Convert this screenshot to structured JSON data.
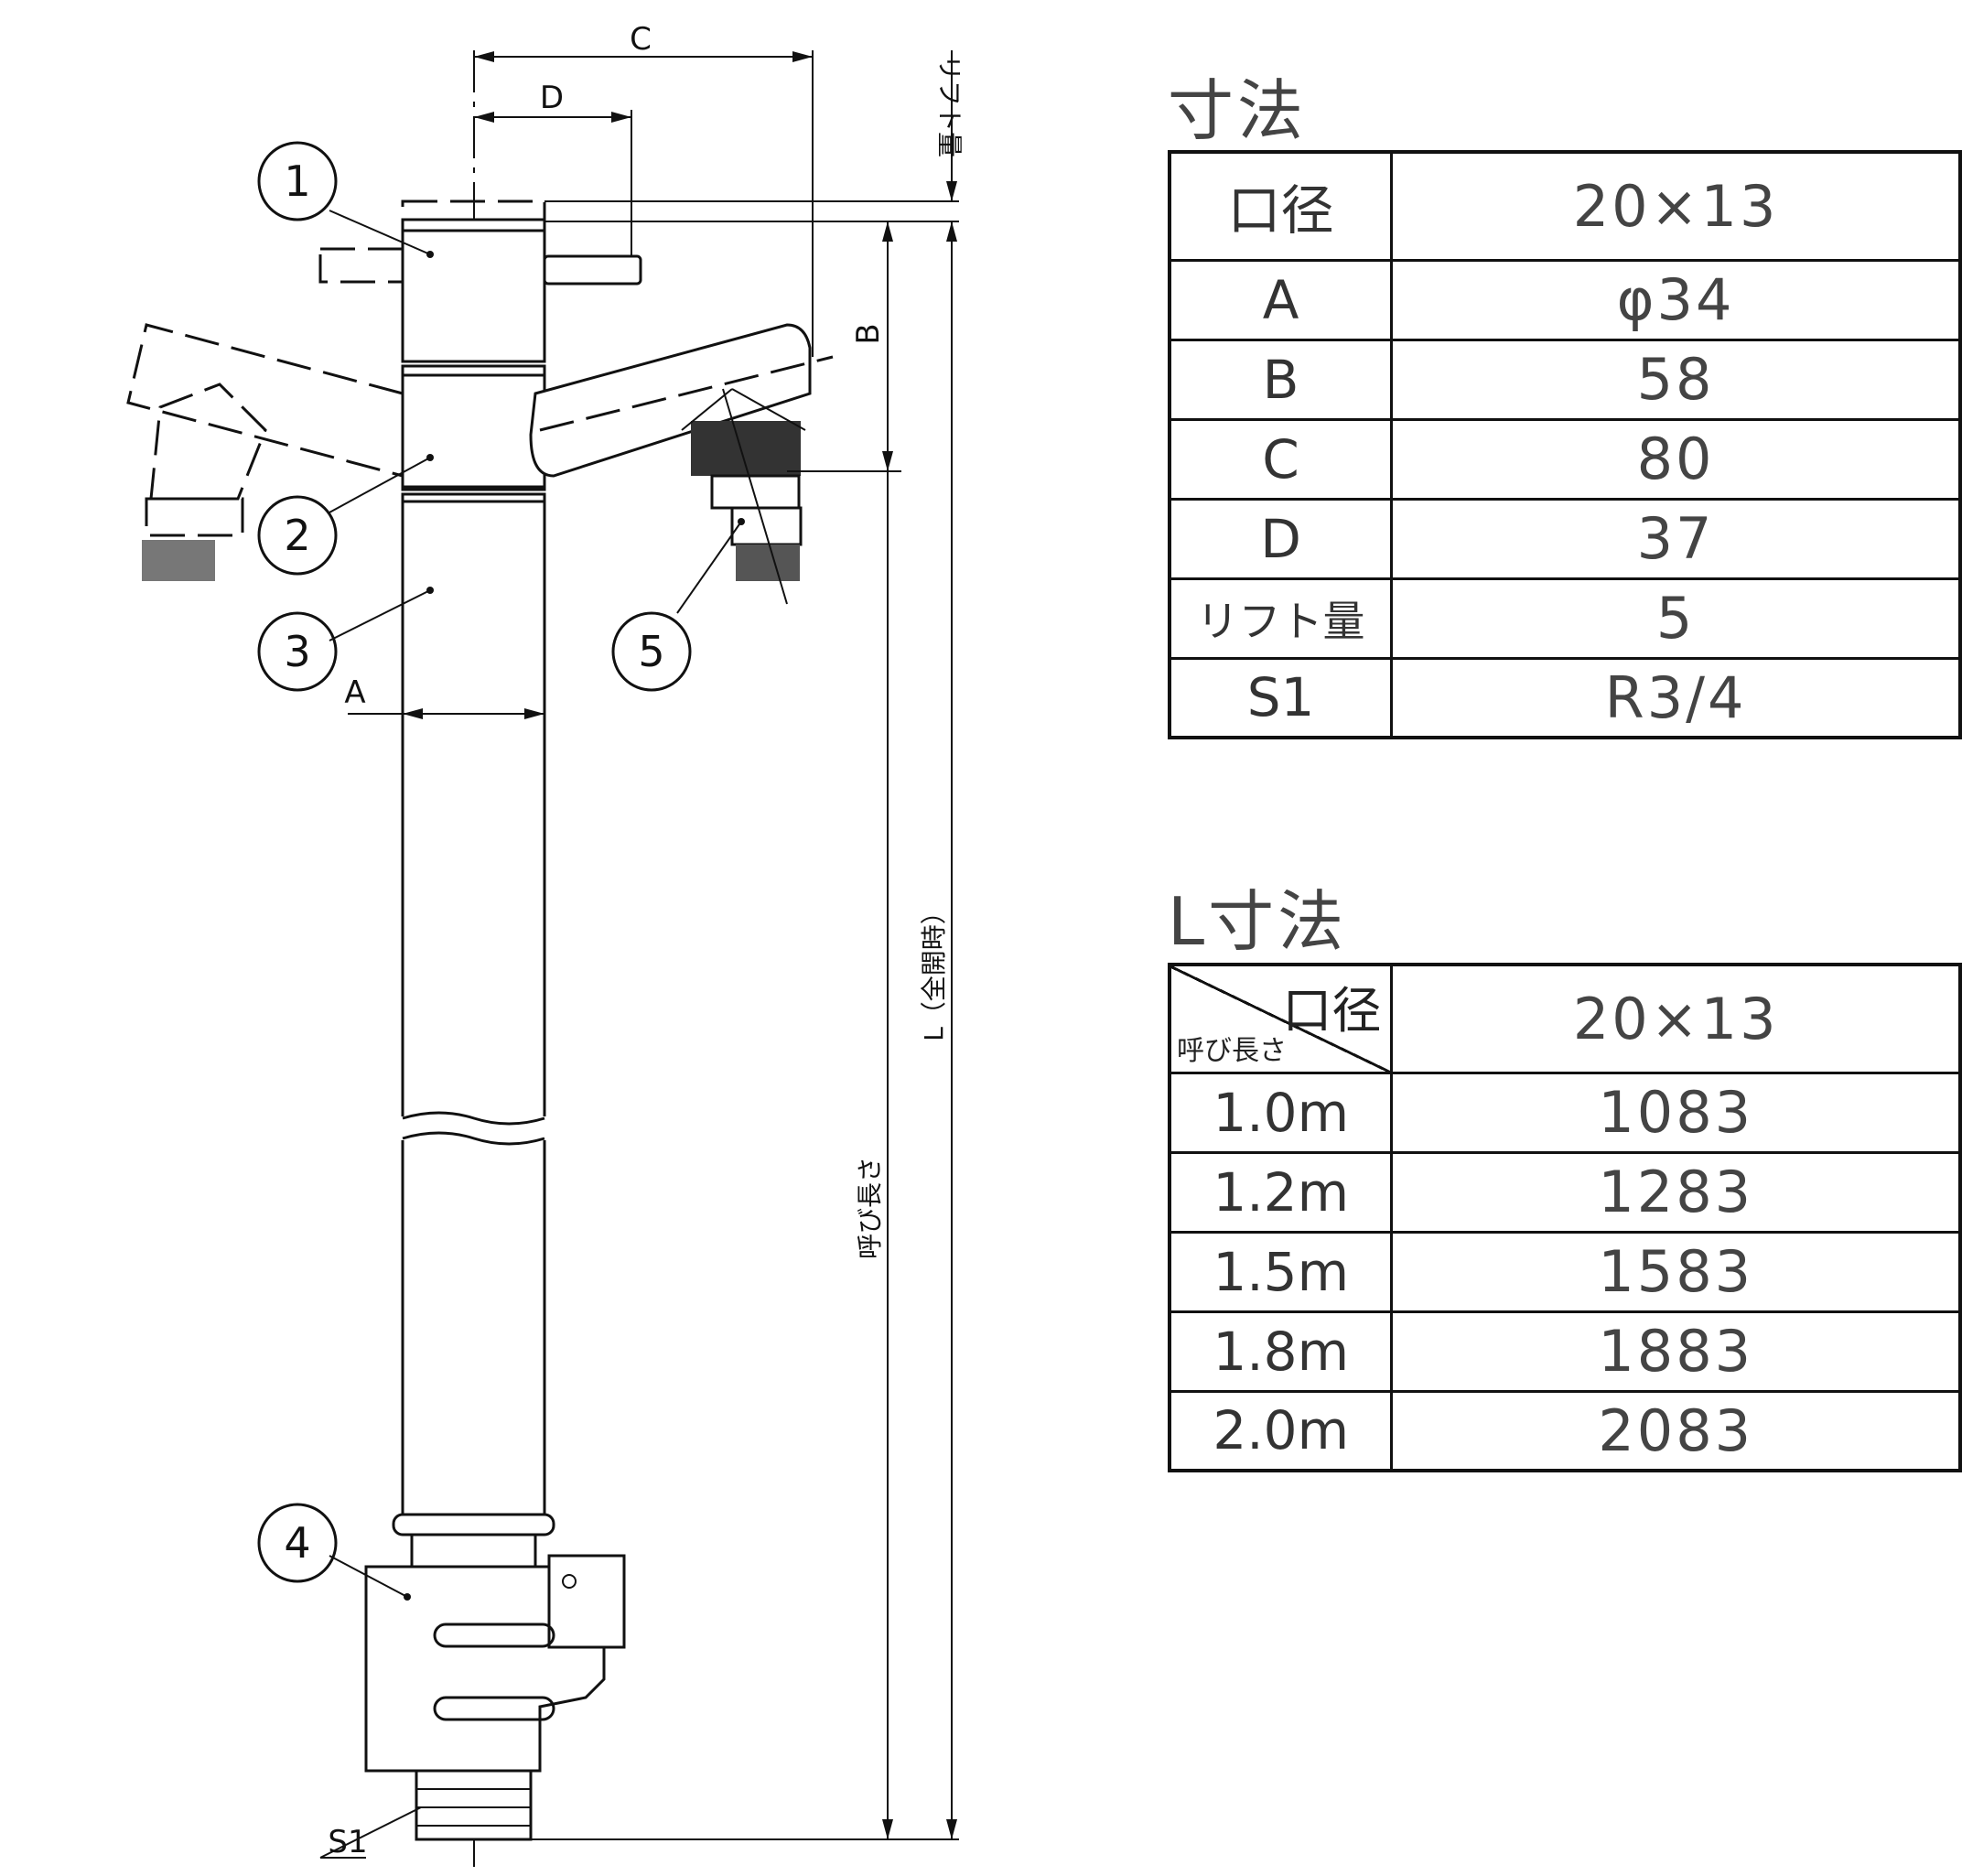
{
  "diagram": {
    "dimension_labels": {
      "a": "A",
      "b": "B",
      "c": "C",
      "d": "D",
      "s1": "S1"
    },
    "lift_label": "リフト量",
    "length_label": "L（全開時）",
    "nominal_length_label": "呼び長さ",
    "callouts": [
      "1",
      "2",
      "3",
      "4",
      "5"
    ]
  },
  "table1": {
    "title": "寸法",
    "header": {
      "key": "口径",
      "value": "20×13"
    },
    "rows": [
      {
        "key": "A",
        "value": "φ34"
      },
      {
        "key": "B",
        "value": "58"
      },
      {
        "key": "C",
        "value": "80"
      },
      {
        "key": "D",
        "value": "37"
      },
      {
        "key": "リフト量",
        "value": "5"
      },
      {
        "key": "S1",
        "value": "R3/4"
      }
    ]
  },
  "table2": {
    "title": "L寸法",
    "header": {
      "corner_top": "口径",
      "corner_bottom": "呼び長さ",
      "value": "20×13"
    },
    "rows": [
      {
        "key": "1.0m",
        "value": "1083"
      },
      {
        "key": "1.2m",
        "value": "1283"
      },
      {
        "key": "1.5m",
        "value": "1583"
      },
      {
        "key": "1.8m",
        "value": "1883"
      },
      {
        "key": "2.0m",
        "value": "2083"
      }
    ]
  }
}
